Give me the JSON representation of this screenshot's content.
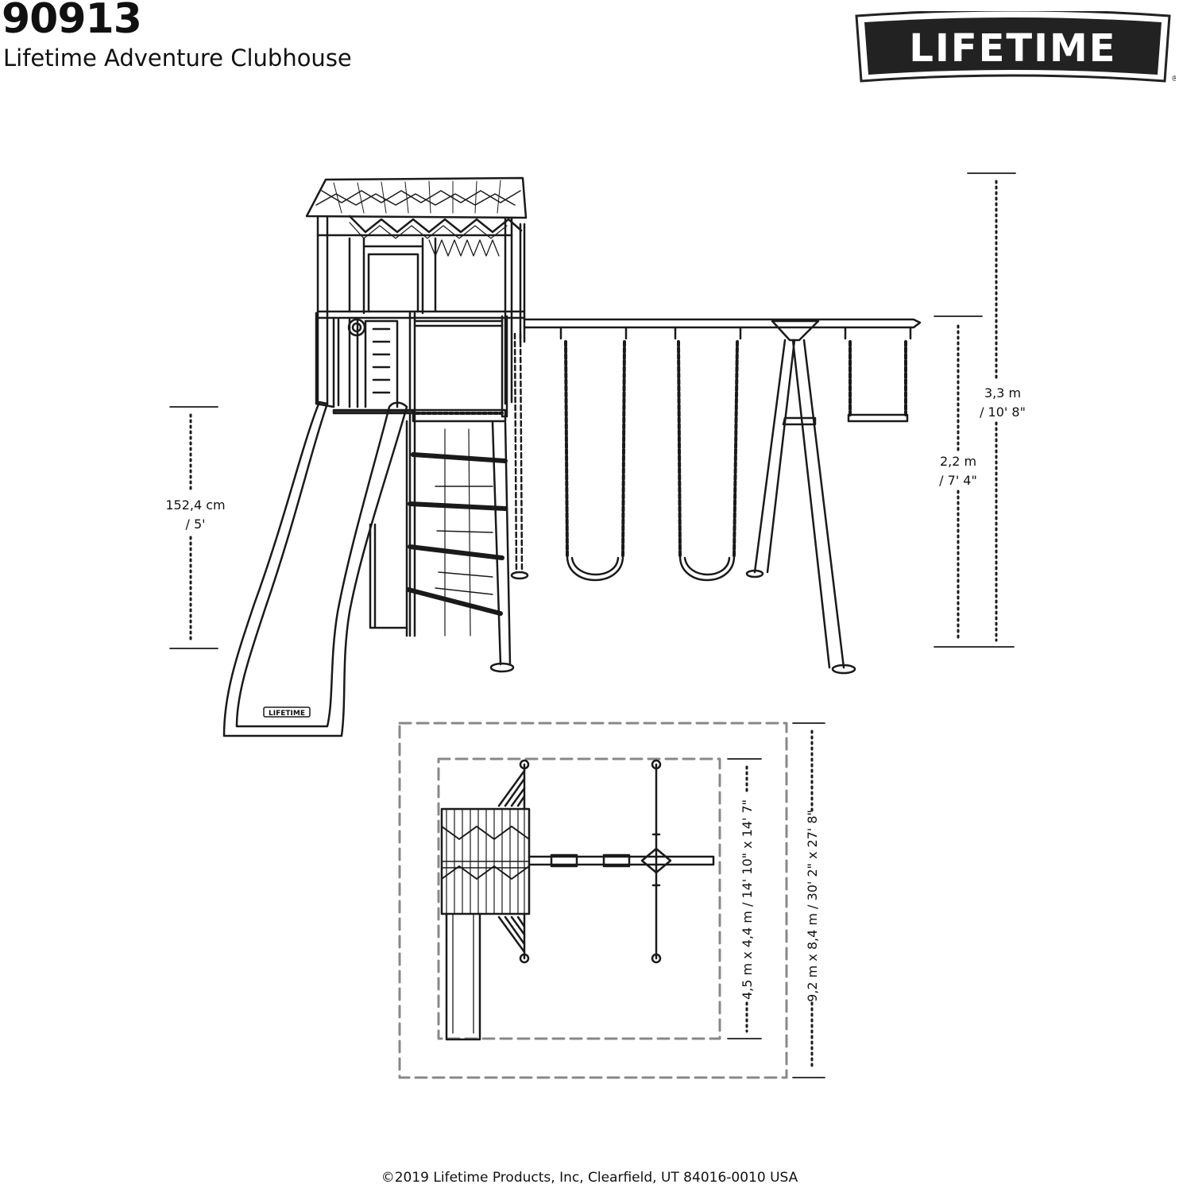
{
  "header": {
    "model_number": "90913",
    "product_name": "Lifetime Adventure Clubhouse",
    "logo_text": "LIFETIME",
    "logo_mark": "®"
  },
  "dimensions": {
    "slide_height": {
      "metric": "152,4 cm",
      "imperial": "/ 5'"
    },
    "swing_beam_height": {
      "metric": "2,2 m",
      "imperial": "/ 7' 4\""
    },
    "overall_height": {
      "metric": "3,3 m",
      "imperial": "/ 10' 8\""
    },
    "footprint": "4,5 m x 4,4 m / 14' 10\" x 14' 7\"",
    "safety_zone": "9,2 m x 8,4 m / 30' 2\" x 27' 8\""
  },
  "slide_label": "LIFETIME",
  "footer": {
    "copyright": "©2019 Lifetime Products, Inc, Clearfield, UT 84016-0010 USA"
  }
}
